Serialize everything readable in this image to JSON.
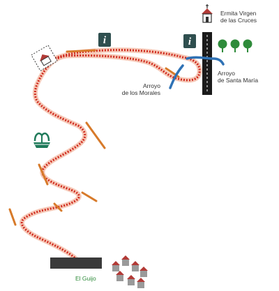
{
  "colors": {
    "route_dash": "#cf2a1e",
    "route_halo": "#f6c9b8",
    "tick": "#d77a2a",
    "river": "#2f72b5",
    "road": "#1a1a1a",
    "info_bg": "#2f4f4f",
    "tree": "#2e8b3a",
    "fountain_green": "#1f7a5a",
    "village_red": "#b23a36",
    "village_grey": "#9a9a9a",
    "label_green": "#2e8b3a"
  },
  "labels": {
    "hermitage_line1": "Ermita Virgen",
    "hermitage_line2": "de las Cruces",
    "stream_morales_line1": "Arroyo",
    "stream_morales_line2": "de los Morales",
    "stream_santa_maria_line1": "Arroyo",
    "stream_santa_maria_line2": "de Santa María",
    "village": "El Guijo"
  },
  "icons": {
    "info": "info-icon",
    "hermitage": "hermitage-icon",
    "chapel_start": "chapel-icon",
    "fountain": "fountain-icon",
    "trees": "tree-icon",
    "village": "village-houses-icon"
  },
  "info_glyph": "i"
}
